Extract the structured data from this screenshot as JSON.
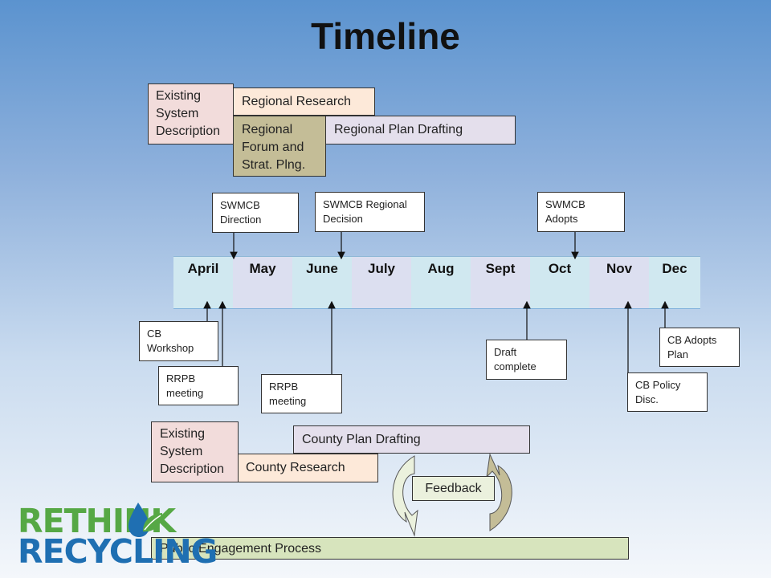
{
  "title": "Timeline",
  "regional": {
    "existing": "Existing System Description",
    "research": "Regional Research",
    "forum": "Regional Forum and Strat. Plng.",
    "drafting": "Regional Plan Drafting"
  },
  "top_notes": {
    "swmcb_direction": "SWMCB Direction",
    "swmcb_regional_decision": "SWMCB Regional Decision",
    "swmcb_adopts": "SWMCB Adopts"
  },
  "months": [
    "April",
    "May",
    "June",
    "July",
    "Aug",
    "Sept",
    "Oct",
    "Nov",
    "Dec"
  ],
  "bottom_notes": {
    "cb_workshop": "CB Workshop",
    "rrpb_meeting_1": "RRPB meeting",
    "rrpb_meeting_2": "RRPB meeting",
    "draft_complete": "Draft complete",
    "cb_policy_disc": "CB Policy Disc.",
    "cb_adopts_plan": "CB Adopts Plan"
  },
  "county": {
    "existing": "Existing System Description",
    "research": "County Research",
    "drafting": "County Plan Drafting",
    "feedback": "Feedback"
  },
  "public_engagement": "Public Engagement Process",
  "logo": {
    "line1": "RETHINK",
    "line2": "RECYCLING"
  },
  "colors": {
    "existing": "#f2dcdb",
    "research": "#fde9d9",
    "forum": "#c4bd97",
    "drafting": "#e4dfec",
    "month_light": "#d0e8f0",
    "month_dark": "#dcdff0",
    "feedback": "#ebf1dd",
    "logo_green": "#56a845",
    "logo_blue": "#1f6fb2"
  }
}
